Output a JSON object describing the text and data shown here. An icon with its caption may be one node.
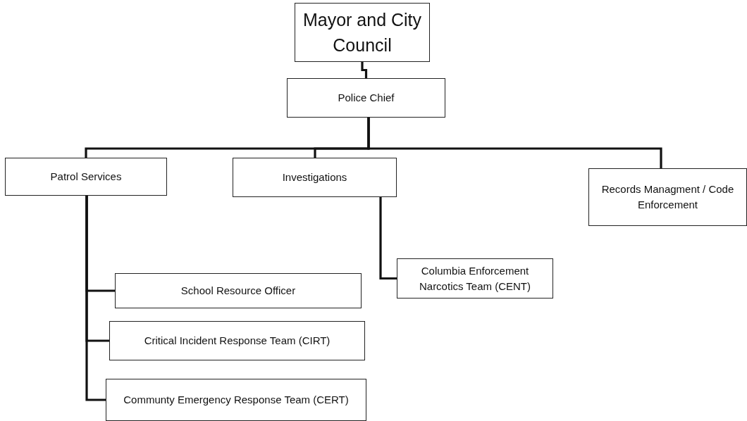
{
  "diagram": {
    "nodes": [
      {
        "text": [
          "Mayor and City Council"
        ]
      },
      {
        "text": [
          "Police Chief"
        ]
      },
      {
        "text": [
          "Patrol Services"
        ]
      },
      {
        "text": [
          "Investigations"
        ]
      },
      {
        "text": [
          "Records Managment / Code Enforcement"
        ]
      },
      {
        "text": [
          "Columbia Enforcement Narcotics Team (CENT)"
        ]
      },
      {
        "text": [
          "School Resource Officer"
        ]
      },
      {
        "text": [
          "Critical Incident Response Team (CIRT)"
        ]
      },
      {
        "text": [
          "Communty Emergency Response Team (CERT)"
        ]
      }
    ],
    "edges": [
      {
        "from": 0,
        "to": 1,
        "arrow": "none"
      },
      {
        "from": 1,
        "to": 2,
        "arrow": "none"
      },
      {
        "from": 1,
        "to": 3,
        "arrow": "none"
      },
      {
        "from": 1,
        "to": 4,
        "arrow": "none"
      },
      {
        "from": 3,
        "to": 5,
        "arrow": "none"
      },
      {
        "from": 2,
        "to": 6,
        "arrow": "none"
      },
      {
        "from": 2,
        "to": 7,
        "arrow": "none"
      },
      {
        "from": 2,
        "to": 8,
        "arrow": "none"
      }
    ]
  }
}
